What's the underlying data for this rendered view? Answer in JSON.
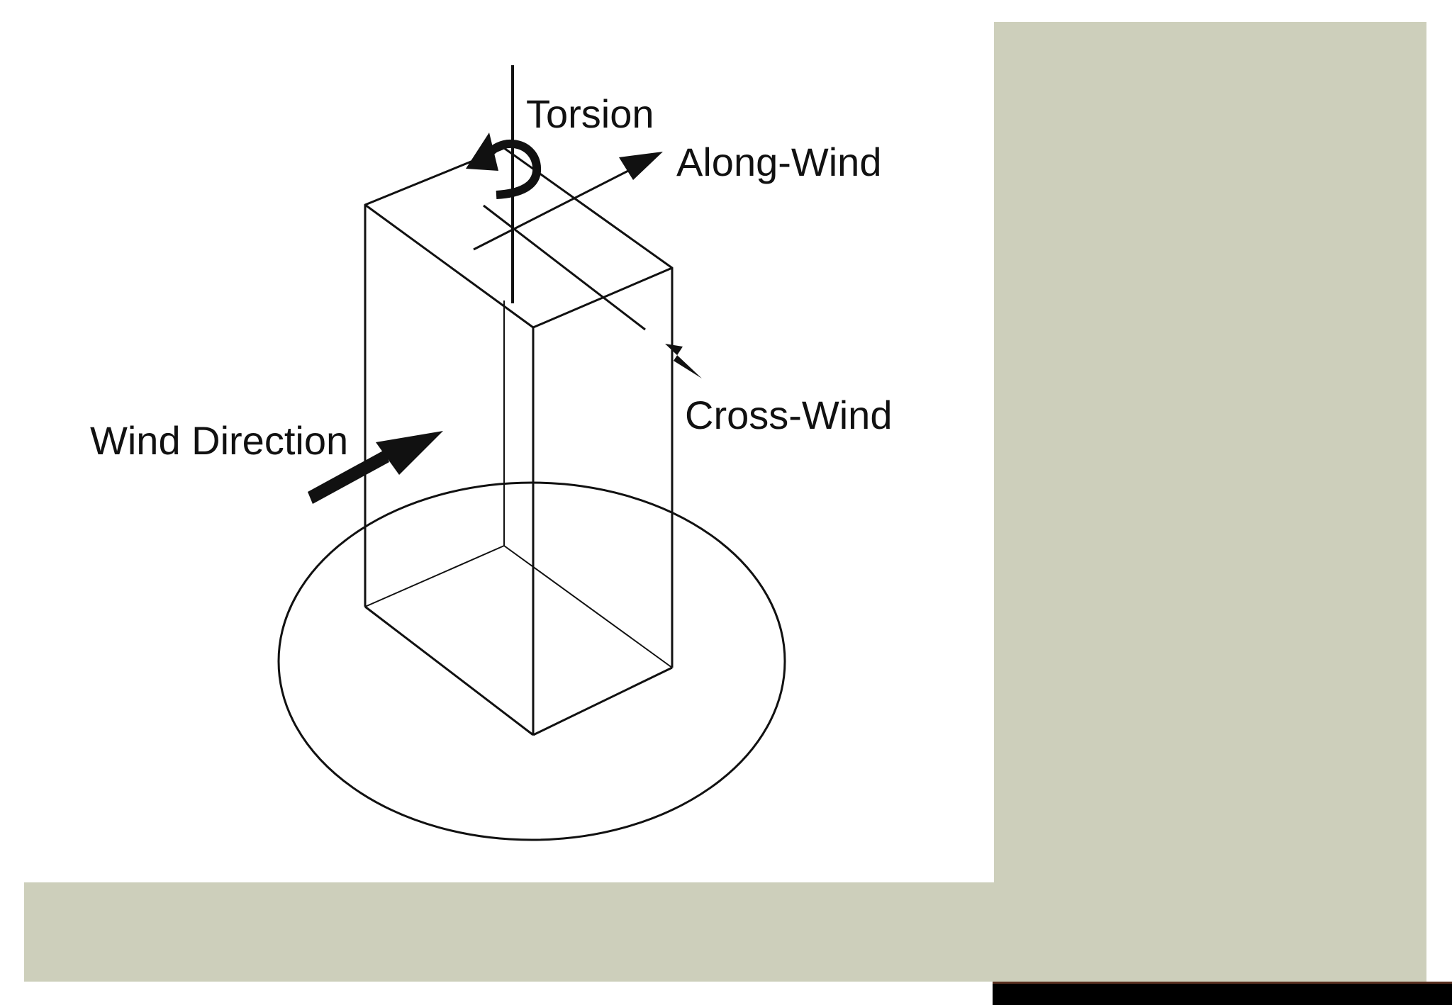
{
  "diagram": {
    "labels": {
      "torsion": "Torsion",
      "along_wind": "Along-Wind",
      "cross_wind": "Cross-Wind",
      "wind_direction": "Wind Direction"
    }
  },
  "colors": {
    "panel": "#cdcfbb",
    "line": "#111111",
    "background": "#ffffff",
    "bar": "#000000"
  }
}
